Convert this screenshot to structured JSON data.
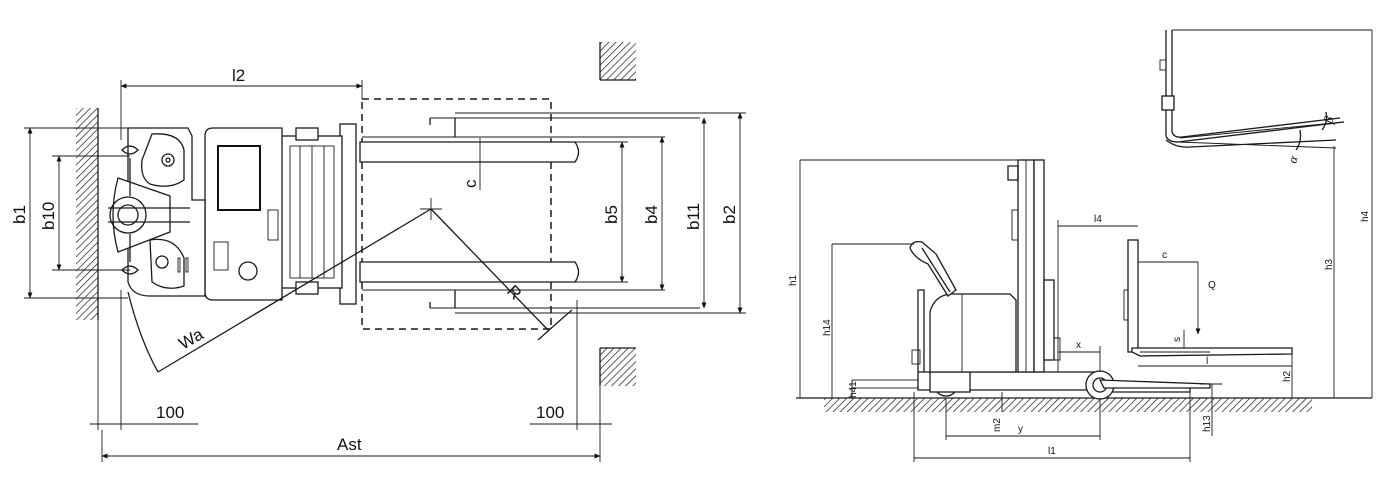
{
  "top_view": {
    "labels": {
      "l2": "l2",
      "b1": "b1",
      "b10": "b10",
      "b5": "b5",
      "b4": "b4",
      "b11": "b11",
      "b2": "b2",
      "c": "c",
      "r": "R",
      "wa": "Wa",
      "dist_left": "100",
      "dist_right": "100",
      "ast": "Ast"
    }
  },
  "side_view": {
    "labels": {
      "h1": "h1",
      "h14": "h14",
      "h41": "h41",
      "m2": "m2",
      "y": "y",
      "l1": "l1",
      "l4": "l4",
      "c": "c",
      "q": "Q",
      "x": "x",
      "s": "s",
      "l": "l",
      "h2": "h2",
      "h13": "h13",
      "h3": "h3",
      "h4": "h4",
      "alpha": "α",
      "beta": "β"
    }
  }
}
